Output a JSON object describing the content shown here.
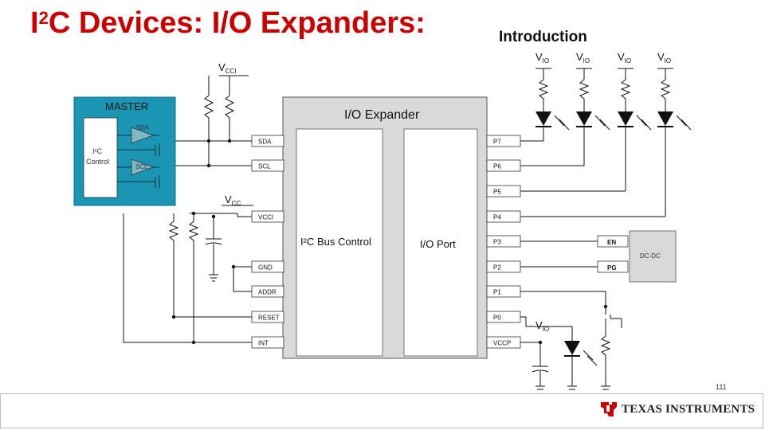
{
  "title": {
    "prefix": "I",
    "sup": "2",
    "rest": "C Devices: I/O Expanders:"
  },
  "subtitle": "Introduction",
  "diagram": {
    "master_label": "MASTER",
    "sda_tri": "SDA",
    "scl_tri": "SCL",
    "i2c_control": [
      "I²C",
      "Control"
    ],
    "vcci": "V",
    "vcci_sub": "CCI",
    "vcc": "V",
    "vcc_sub": "CC",
    "vio": "V",
    "vio_sub": "IO",
    "expander_label": "I/O Expander",
    "bus_control": "I²C Bus Control",
    "io_port": "I/O Port",
    "left_pins": [
      "SDA",
      "SCL",
      "VCCI",
      "GND",
      "ADDR",
      "RESET",
      "INT"
    ],
    "right_pins": [
      "P7",
      "P6",
      "P5",
      "P4",
      "P3",
      "P2",
      "P1",
      "P0",
      "VCCP"
    ],
    "dcdc_label": "DC-DC",
    "en_label": "EN",
    "pg_label": "PG"
  },
  "page_number": "111",
  "logo": {
    "name": "TEXAS INSTRUMENTS"
  },
  "colors": {
    "title_red": "#cc0000",
    "master_teal": "#1a96b4",
    "dcdc_grey": "#d9d9d9",
    "logo_red": "#cc0000"
  }
}
